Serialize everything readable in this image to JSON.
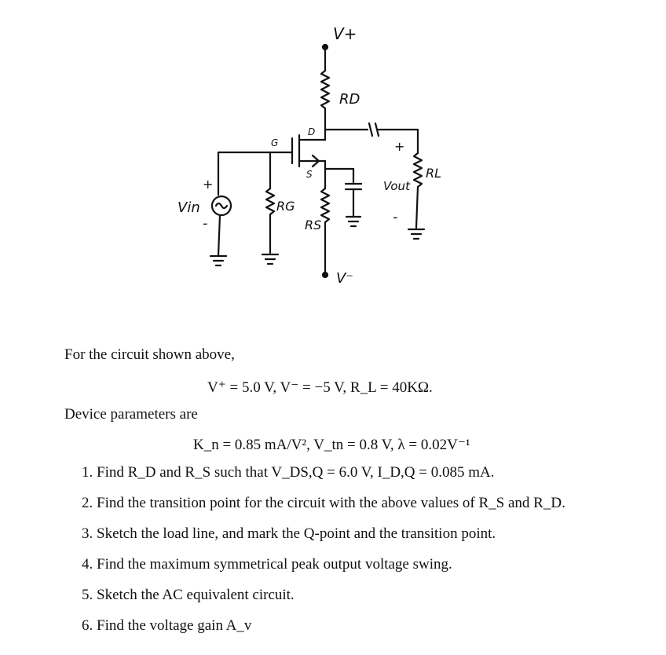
{
  "circuit": {
    "labels": {
      "vplus": "V+",
      "vminus": "V⁻",
      "rd": "RD",
      "rg": "RG",
      "rs": "RS",
      "rl": "RL",
      "vin": "Vin",
      "vout": "Vout",
      "gate": "G",
      "drain": "D",
      "source": "S",
      "plus1": "+",
      "minus1": "-",
      "plus2": "+",
      "minus2": "-"
    }
  },
  "text": {
    "intro": "For the circuit shown above,",
    "supply_eq": "V⁺ = 5.0 V,  V⁻ = −5 V,  R_L = 40KΩ.",
    "device_heading": "Device parameters are",
    "device_eq": "K_n = 0.85 mA/V², V_tn = 0.8 V, λ = 0.02V⁻¹"
  },
  "tasks": [
    "1. Find R_D and R_S such that V_DS,Q = 6.0 V, I_D,Q = 0.085 mA.",
    "2. Find the transition point for the circuit with the above values of R_S and R_D.",
    "3. Sketch the load line, and mark the Q-point and the transition point.",
    "4. Find the maximum symmetrical peak output voltage swing.",
    "5. Sketch the AC equivalent circuit.",
    "6. Find the voltage gain A_v"
  ]
}
